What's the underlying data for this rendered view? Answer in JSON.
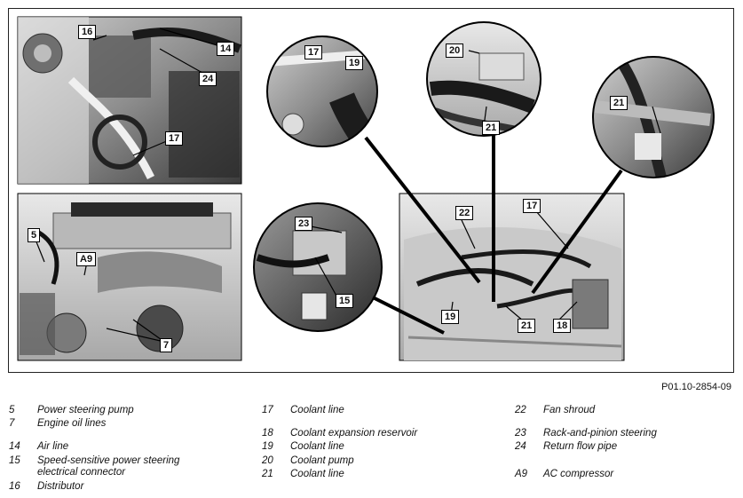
{
  "figure": {
    "reference_code": "P01.10-2854-09",
    "callouts": [
      "16",
      "14",
      "24",
      "17",
      "5",
      "A9",
      "7",
      "17",
      "19",
      "20",
      "21",
      "21",
      "23",
      "15",
      "22",
      "17",
      "19",
      "21",
      "18"
    ]
  },
  "legend": [
    {
      "num": "5",
      "text": "Power steering pump"
    },
    {
      "num": "7",
      "text": "Engine oil lines"
    },
    {
      "num": "14",
      "text": "Air line"
    },
    {
      "num": "15",
      "text": "Speed-sensitive power steering electrical connector"
    },
    {
      "num": "16",
      "text": "Distributor"
    },
    {
      "num": "17",
      "text": "Coolant line"
    },
    {
      "num": "18",
      "text": "Coolant expansion reservoir"
    },
    {
      "num": "19",
      "text": "Coolant line"
    },
    {
      "num": "20",
      "text": "Coolant pump"
    },
    {
      "num": "21",
      "text": "Coolant line"
    },
    {
      "num": "22",
      "text": "Fan shroud"
    },
    {
      "num": "23",
      "text": "Rack-and-pinion steering"
    },
    {
      "num": "24",
      "text": "Return flow pipe"
    },
    {
      "num": "A9",
      "text": "AC compressor"
    }
  ]
}
